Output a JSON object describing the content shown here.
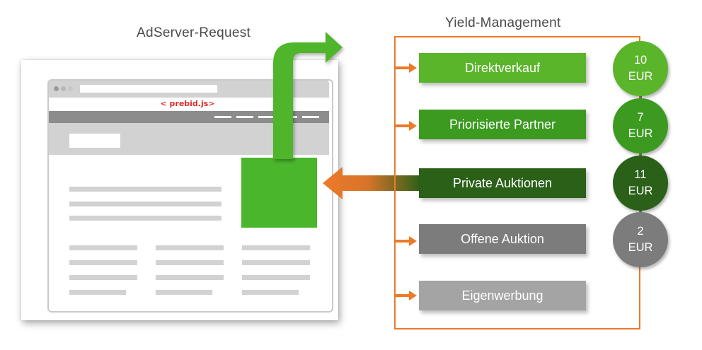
{
  "labels": {
    "adserver_request": "AdServer-Request",
    "yield_management": "Yield-Management",
    "prebid": "< prebid.js>"
  },
  "sources": [
    {
      "label": "Direktverkauf",
      "color": "#5ab52a"
    },
    {
      "label": "Priorisierte Partner",
      "color": "#3c9a21"
    },
    {
      "label": "Private Auktionen",
      "color": "#2a6018"
    },
    {
      "label": "Offene Auktion",
      "color": "#7c7c7c"
    },
    {
      "label": "Eigenwerbung",
      "color": "#a4a4a4"
    }
  ],
  "prices": [
    {
      "amount": "10",
      "currency": "EUR",
      "color": "#5ab52a"
    },
    {
      "amount": "7",
      "currency": "EUR",
      "color": "#3c9a21"
    },
    {
      "amount": "11",
      "currency": "EUR",
      "color": "#2a6018"
    },
    {
      "amount": "2",
      "currency": "EUR",
      "color": "#7c7c7c"
    }
  ],
  "colors": {
    "orange": "#ec7a2a",
    "green_arrow": "#4fb52a",
    "ad_slot": "#4ab62c"
  }
}
